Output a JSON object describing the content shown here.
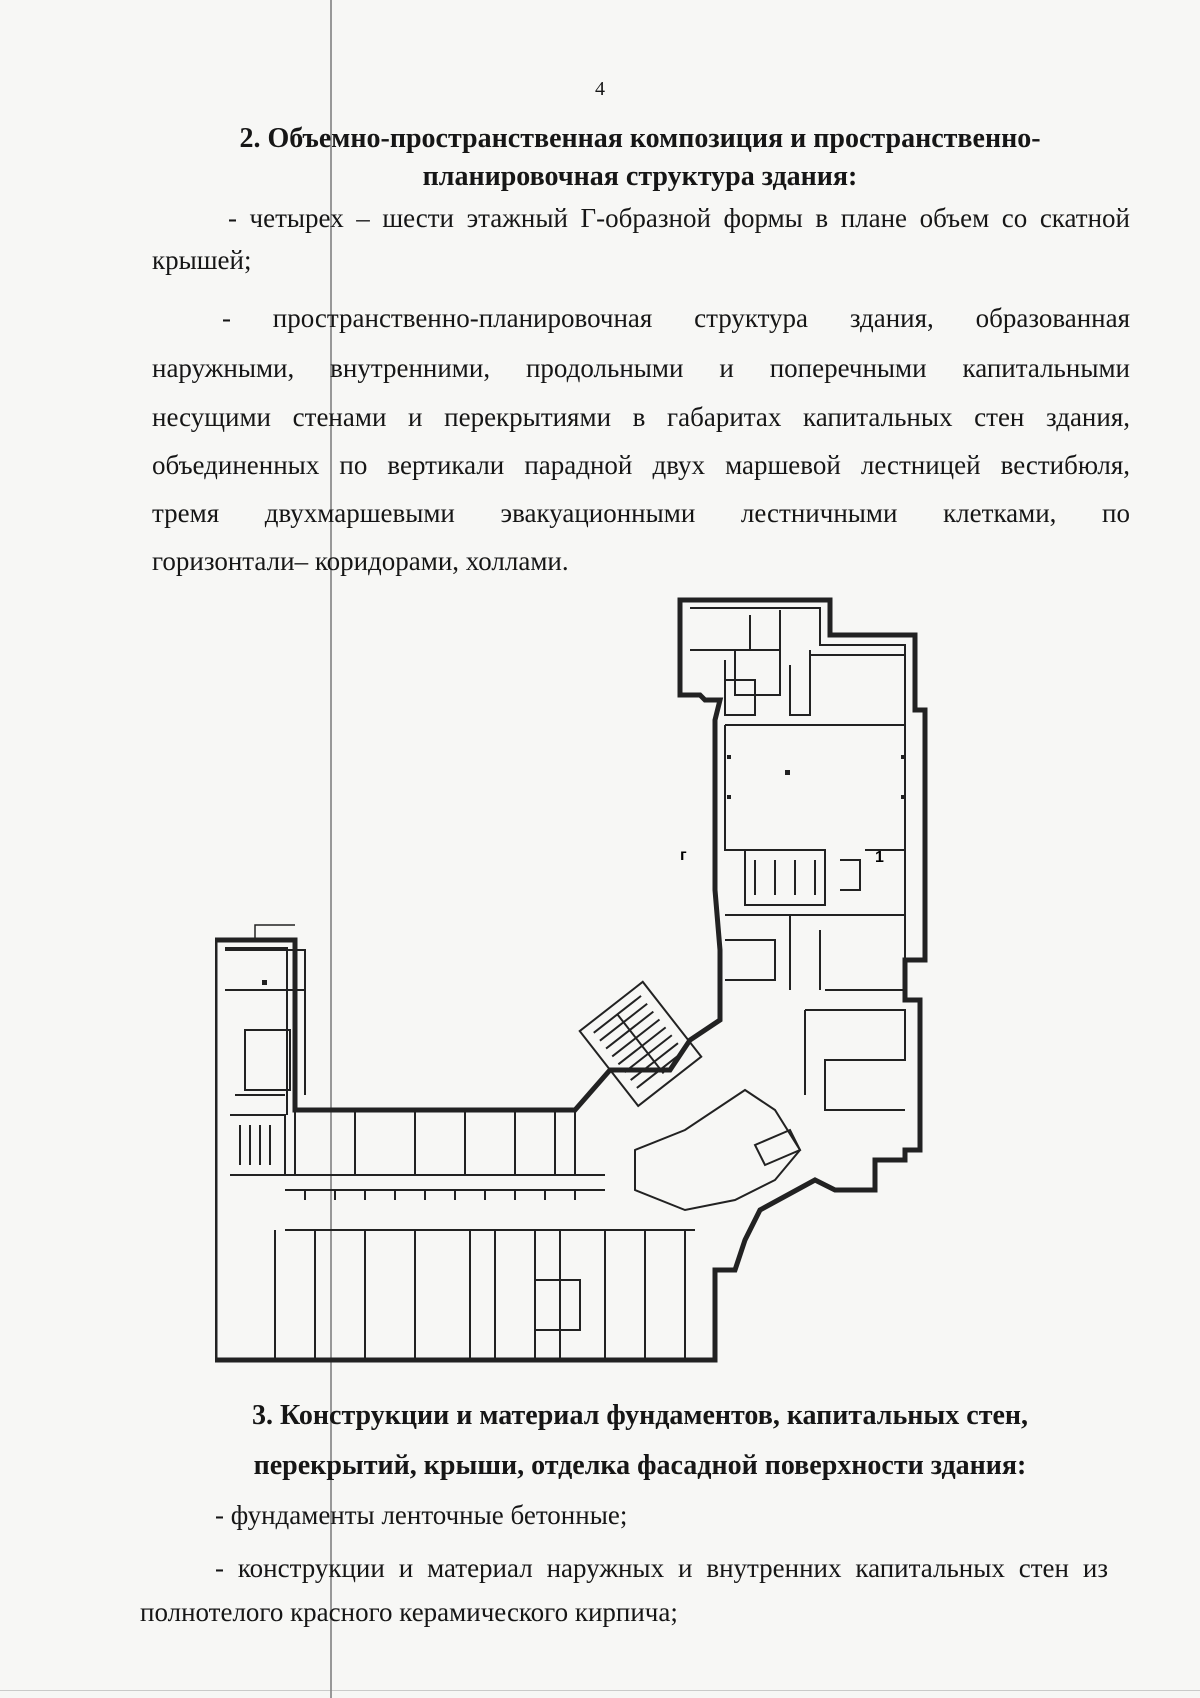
{
  "page_number": "4",
  "section2": {
    "heading_line1": "2. Объемно-пространственная композиция и пространственно-",
    "heading_line2": "планировочная структура здания:",
    "item1_line1": "- четырех – шести этажный Г-образной формы в плане объем со скатной",
    "item1_line2": "крышей;",
    "item2_lines": [
      "-   пространственно-планировочная   структура   здания,   образованная",
      "наружными,  внутренними,  продольными  и  поперечными  капитальными",
      "несущими стенами и перекрытиями в габаритах капитальных стен здания,",
      "объединенных по вертикали парадной двух маршевой лестницей вестибюля,",
      "тремя   двухмаршевыми   эвакуационными   лестничными   клетками,   по",
      "горизонтали– коридорами, холлами."
    ]
  },
  "figure": {
    "mark_left": "г",
    "mark_right": "1"
  },
  "section3": {
    "heading_line1": "3. Конструкции и материал фундаментов, капитальных стен,",
    "heading_line2": "перекрытий, крыши, отделка фасадной поверхности здания:",
    "item1": "- фундаменты ленточные бетонные;",
    "item2_line1": "- конструкции и материал наружных и внутренних капитальных стен из",
    "item2_line2": "полнотелого красного керамического кирпича;"
  }
}
